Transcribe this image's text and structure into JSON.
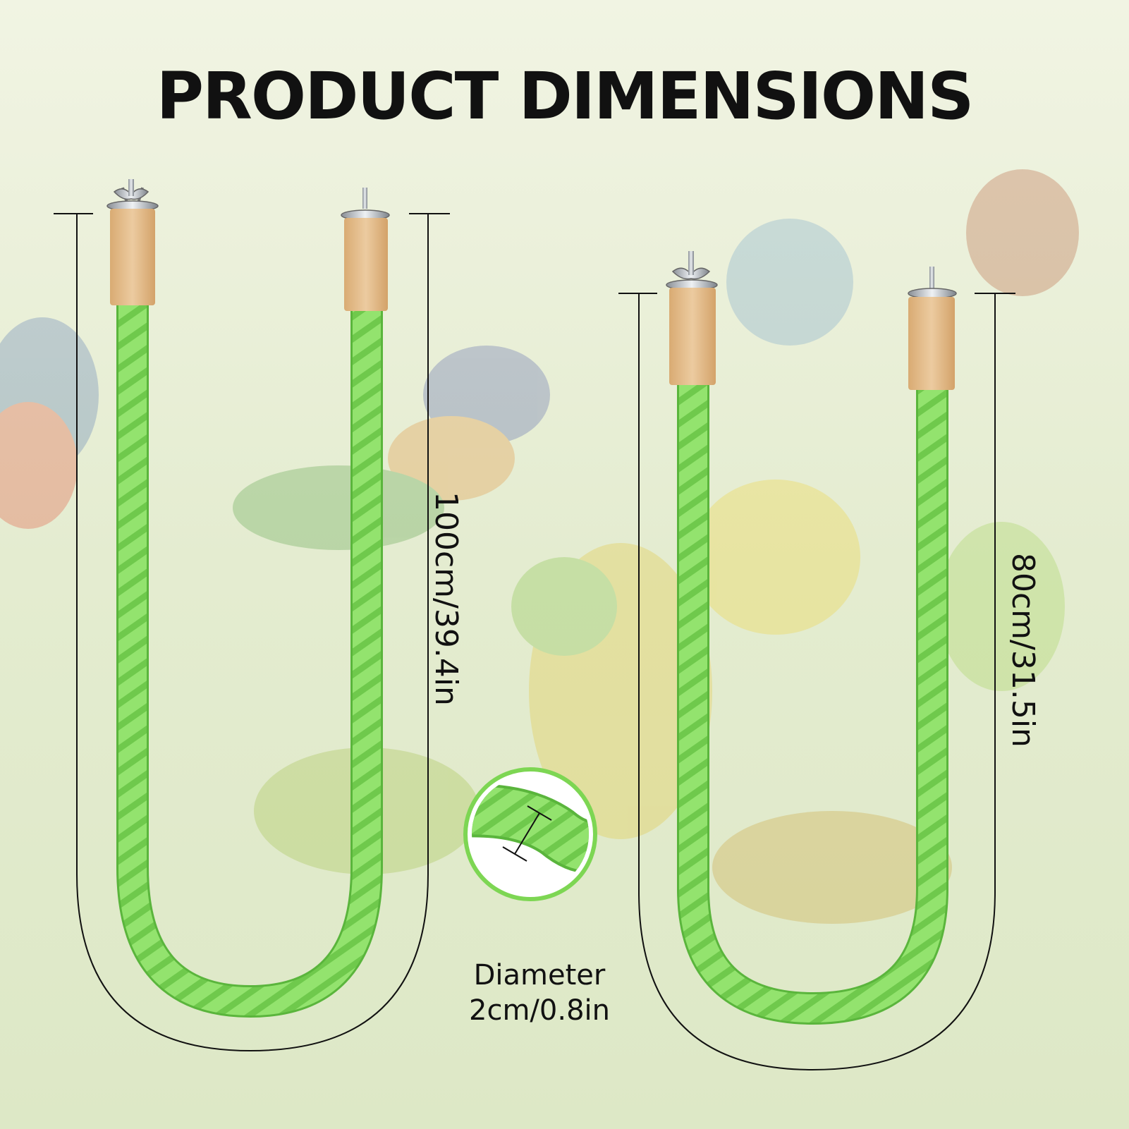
{
  "title": "PRODUCT DIMENSIONS",
  "perches": [
    {
      "length_label": "100cm/39.4in"
    },
    {
      "length_label": "80cm/31.5in"
    }
  ],
  "diameter": {
    "label": "Diameter",
    "value": "2cm/0.8in"
  },
  "colors": {
    "rope": "#8fe06a",
    "rope_dark": "#6cc24a",
    "wood": "#e2b987",
    "background": "#dfe8c7",
    "text": "#111111"
  }
}
